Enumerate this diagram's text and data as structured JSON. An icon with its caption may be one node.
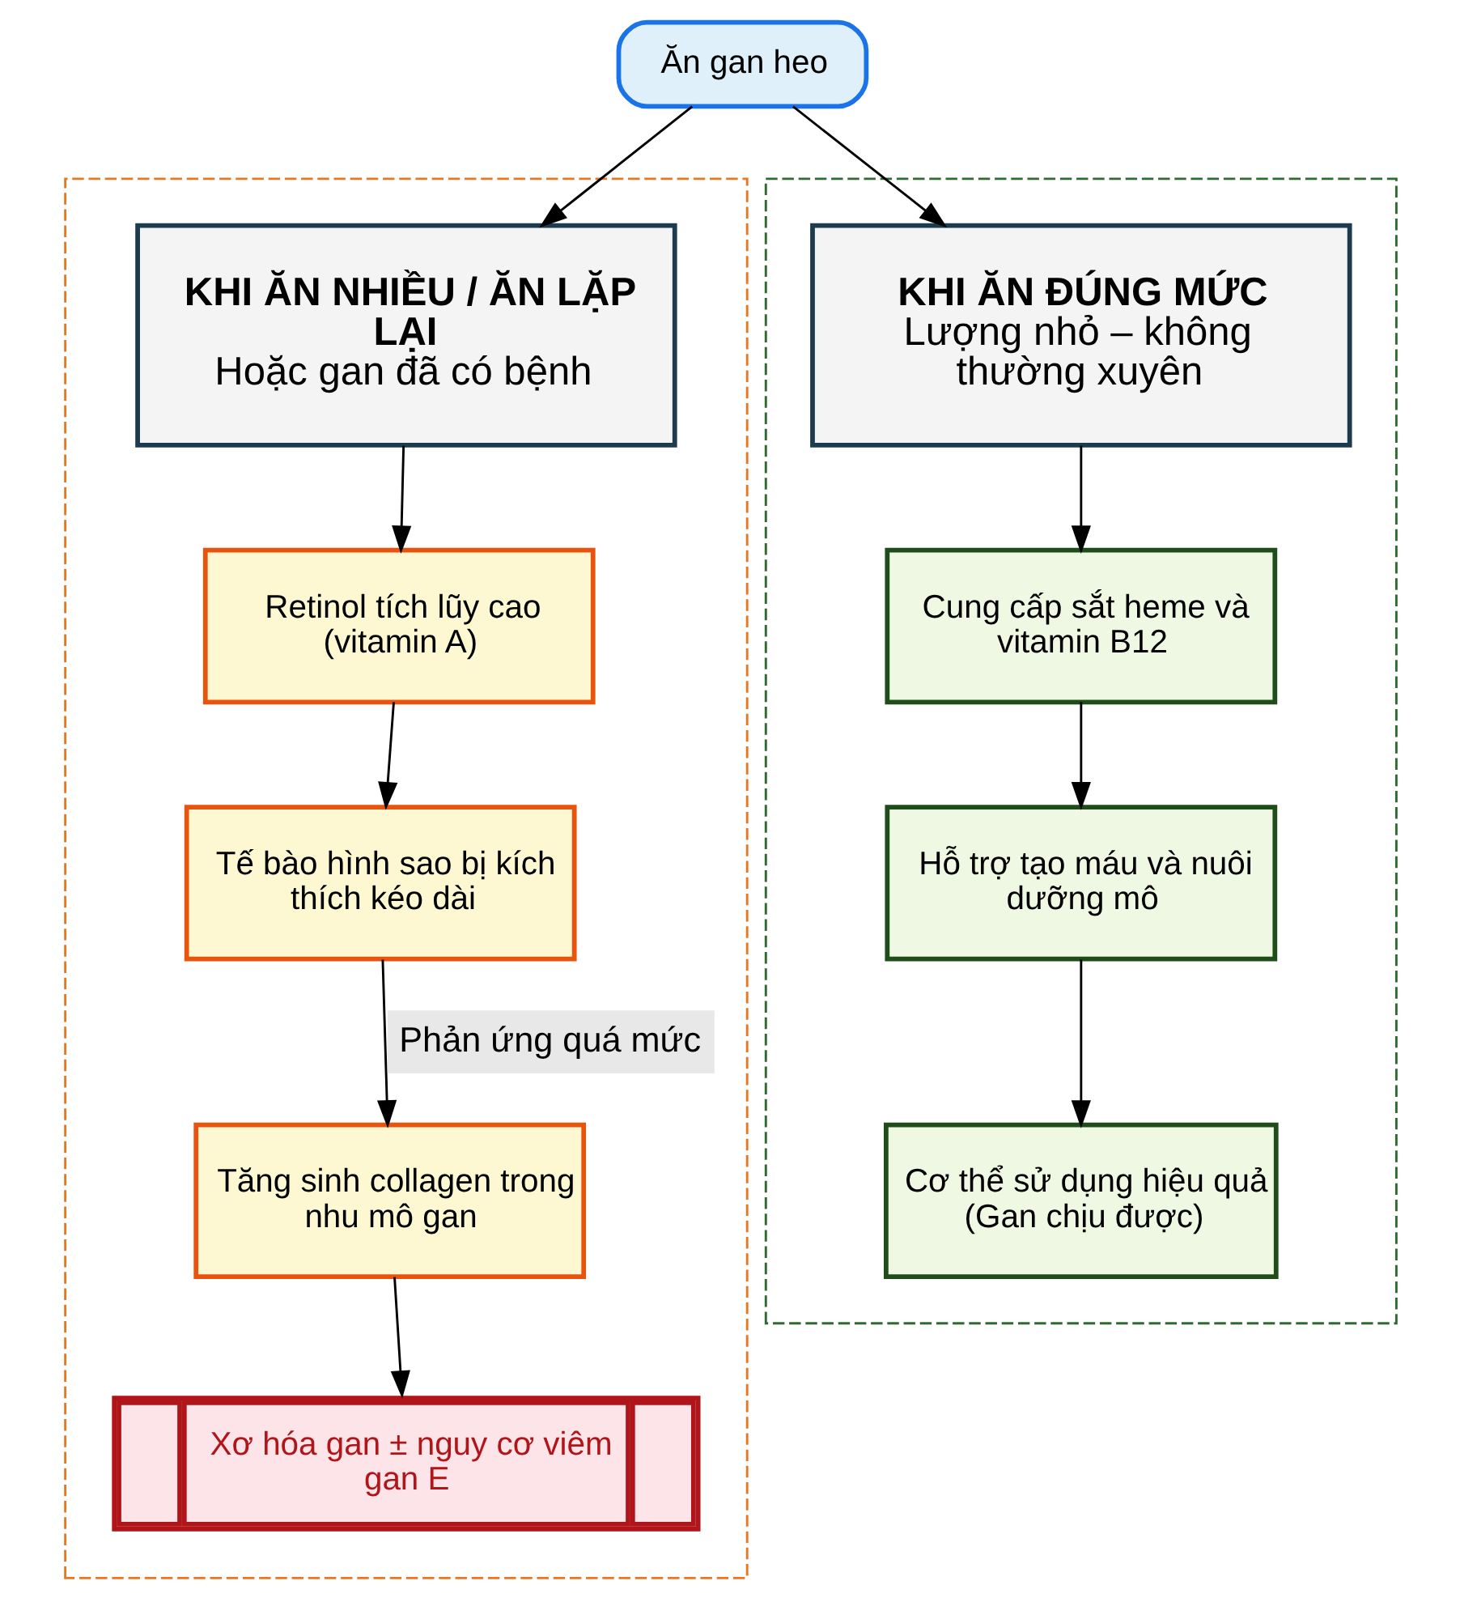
{
  "diagram": {
    "nodes": [
      {
        "text": [
          "Ăn gan heo"
        ]
      },
      {
        "text": [],
        "shape": "box"
      },
      {
        "text": [
          "KHI ĂN NHIỀU / ĂN LẶP LẠI",
          "Hoặc gan đã có bệnh"
        ],
        "in": 1
      },
      {
        "text": [
          "Retinol tích lũy cao (vitamin A)"
        ],
        "in": 1
      },
      {
        "text": [
          "Tế bào hình sao bị kích thích kéo dài"
        ],
        "in": 1
      },
      {
        "text": [
          "Tăng sinh collagen trong nhu mô gan"
        ],
        "in": 1
      },
      {
        "text": [
          "Xơ hóa gan ± nguy cơ viêm gan E"
        ],
        "in": 1
      },
      {
        "text": [],
        "shape": "box"
      },
      {
        "text": [
          "KHI ĂN ĐÚNG MỨC",
          "Lượng nhỏ – không thường xuyên"
        ],
        "in": 7
      },
      {
        "text": [
          "Cung cấp sắt heme và vitamin B12"
        ],
        "in": 7
      },
      {
        "text": [
          "Hỗ trợ tạo máu và nuôi dưỡng mô"
        ],
        "in": 7
      },
      {
        "text": [
          "Cơ thể sử dụng hiệu quả (Gan chịu được)"
        ],
        "in": 7
      }
    ],
    "edges": [
      {
        "from": 0,
        "to": 2,
        "arrow": "to"
      },
      {
        "from": 0,
        "to": 8,
        "arrow": "to"
      },
      {
        "from": 2,
        "to": 3,
        "arrow": "to"
      },
      {
        "from": 3,
        "to": 4,
        "arrow": "to"
      },
      {
        "from": 4,
        "to": 5,
        "arrow": "to",
        "label": "Phản ứng quá mức"
      },
      {
        "from": 5,
        "to": 6,
        "arrow": "to"
      },
      {
        "from": 8,
        "to": 9,
        "arrow": "to"
      },
      {
        "from": 9,
        "to": 10,
        "arrow": "to"
      },
      {
        "from": 10,
        "to": 11,
        "arrow": "to"
      }
    ]
  }
}
